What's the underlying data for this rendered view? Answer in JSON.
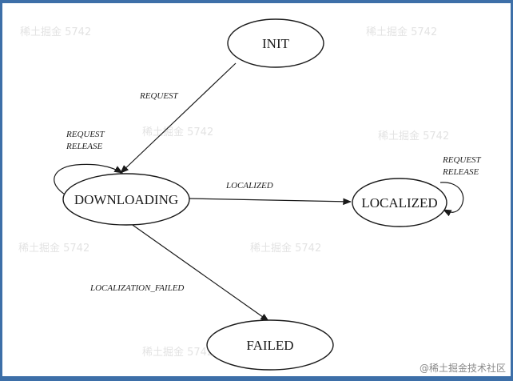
{
  "diagram": {
    "states": {
      "init": "INIT",
      "downloading": "DOWNLOADING",
      "localized": "LOCALIZED",
      "failed": "FAILED"
    },
    "edges": {
      "init_to_downloading": "REQUEST",
      "downloading_self_line1": "REQUEST",
      "downloading_self_line2": "RELEASE",
      "downloading_to_localized": "LOCALIZED",
      "localized_self_line1": "REQUEST",
      "localized_self_line2": "RELEASE",
      "downloading_to_failed": "LOCALIZATION_FAILED"
    }
  },
  "watermark": "稀土掘金 5742",
  "footer": {
    "label": "@稀土掘金技术社区"
  }
}
